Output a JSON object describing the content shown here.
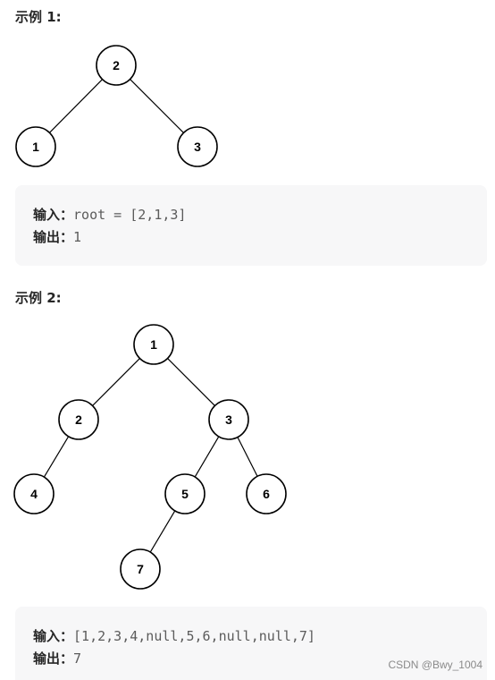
{
  "example1": {
    "heading": "示例 1:",
    "tree": {
      "nodes": [
        {
          "id": "n2",
          "label": "2"
        },
        {
          "id": "n1",
          "label": "1"
        },
        {
          "id": "n3",
          "label": "3"
        }
      ],
      "edges": [
        [
          "n2",
          "n1"
        ],
        [
          "n2",
          "n3"
        ]
      ]
    },
    "input_label": "输入：",
    "input_value": "root = [2,1,3]",
    "output_label": "输出：",
    "output_value": "1"
  },
  "example2": {
    "heading": "示例 2:",
    "tree": {
      "nodes": [
        {
          "id": "m1",
          "label": "1"
        },
        {
          "id": "m2",
          "label": "2"
        },
        {
          "id": "m3",
          "label": "3"
        },
        {
          "id": "m4",
          "label": "4"
        },
        {
          "id": "m5",
          "label": "5"
        },
        {
          "id": "m6",
          "label": "6"
        },
        {
          "id": "m7",
          "label": "7"
        }
      ],
      "edges": [
        [
          "m1",
          "m2"
        ],
        [
          "m1",
          "m3"
        ],
        [
          "m2",
          "m4"
        ],
        [
          "m3",
          "m5"
        ],
        [
          "m3",
          "m6"
        ],
        [
          "m5",
          "m7"
        ]
      ]
    },
    "input_label": "输入：",
    "input_value": "[1,2,3,4,null,5,6,null,null,7]",
    "output_label": "输出：",
    "output_value": "7"
  },
  "watermark": "CSDN @Bwy_1004"
}
